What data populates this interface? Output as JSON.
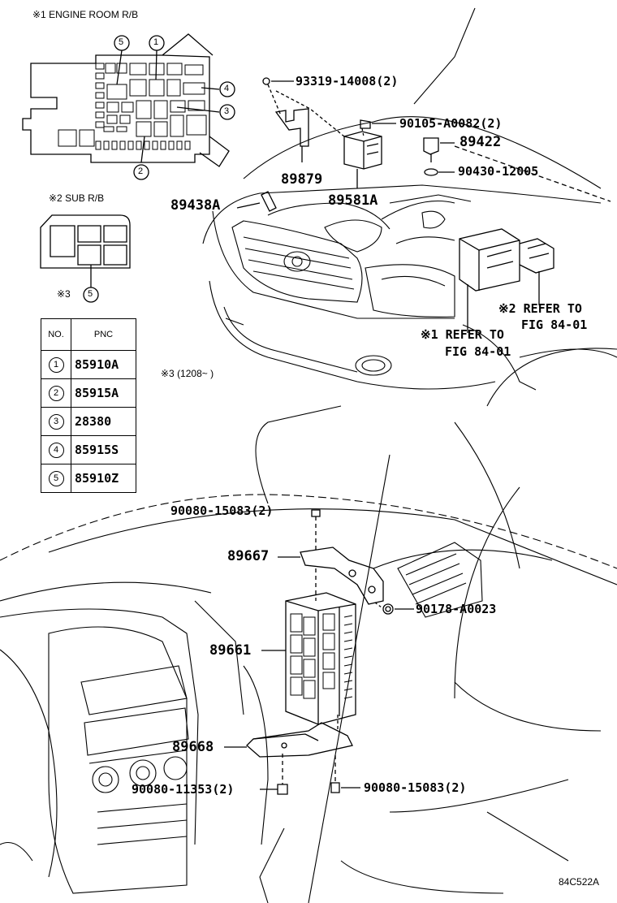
{
  "legend": {
    "engine_room_rb": "※1 ENGINE ROOM R/B",
    "sub_rb": "※2 SUB R/B",
    "note3": "※3",
    "note3_date": "※3 (1208~     )"
  },
  "callouts": [
    "1",
    "2",
    "3",
    "4",
    "5",
    "5"
  ],
  "table": {
    "header_no": "NO.",
    "header_pnc": "PNC",
    "rows": [
      {
        "no": "1",
        "pnc": "85910A"
      },
      {
        "no": "2",
        "pnc": "85915A"
      },
      {
        "no": "3",
        "pnc": "28380"
      },
      {
        "no": "4",
        "pnc": "85915S"
      },
      {
        "no": "5",
        "pnc": "85910Z"
      }
    ]
  },
  "parts": {
    "p93319": "93319-14008(2)",
    "p90105": "90105-A0082(2)",
    "p89422": "89422",
    "p90430": "90430-12005",
    "p89879": "89879",
    "p89581a": "89581A",
    "p89438a": "89438A",
    "p90080a": "90080-15083(2)",
    "p89667": "89667",
    "p90178": "90178-A0023",
    "p89661": "89661",
    "p89668": "89668",
    "p90080b": "90080-11353(2)",
    "p90080c": "90080-15083(2)"
  },
  "refer": {
    "ref2_line1": "※2 REFER TO",
    "ref2_line2": "FIG 84-01",
    "ref1_line1": "※1 REFER TO",
    "ref1_line2": "FIG 84-01"
  },
  "code": "84C522A"
}
